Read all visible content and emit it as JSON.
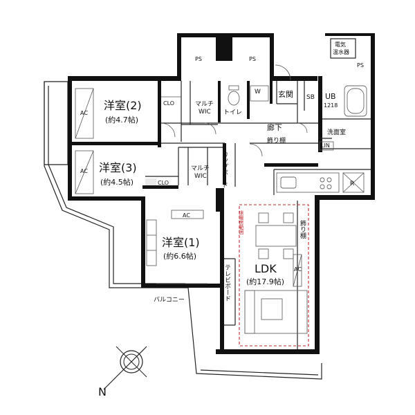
{
  "rooms": {
    "western_2": {
      "name": "洋室(2)",
      "size": "(約4.7帖)"
    },
    "western_3": {
      "name": "洋室(3)",
      "size": "(約4.5帖)"
    },
    "western_1": {
      "name": "洋室(1)",
      "size": "(約6.6帖)"
    },
    "ldk": {
      "name": "LDK",
      "size": "(約17.9帖)"
    }
  },
  "labels": {
    "ps": "PS",
    "water_heater_1": "電気",
    "water_heater_2": "温水器",
    "clo": "CLO",
    "multi_wic_1": "マルチ",
    "multi_wic_2": "WIC",
    "toilet": "トイレ",
    "w": "W",
    "entrance": "玄関",
    "sb": "SB",
    "ub": "UB",
    "ub_size": "1218",
    "corridor": "廊下",
    "decor_shelf_h": "飾り棚",
    "washroom": "洗面室",
    "lin": "LIN",
    "cupboard": "カップボード",
    "floor_heating": "床暖房範囲",
    "decor_shelf_v": "飾り棚",
    "tv_board": "テレビボード",
    "ac": "AC",
    "r": "R",
    "balcony": "バルコニー",
    "north": "N"
  },
  "colors": {
    "wall": "#111111",
    "floor_heating": "#c2272d"
  },
  "icons": [
    "compass-icon",
    "bathtub-icon",
    "toilet-icon",
    "sink-icon",
    "stove-icon",
    "fridge-icon",
    "dining-table-icon",
    "sofa-icon",
    "bed-icon"
  ]
}
